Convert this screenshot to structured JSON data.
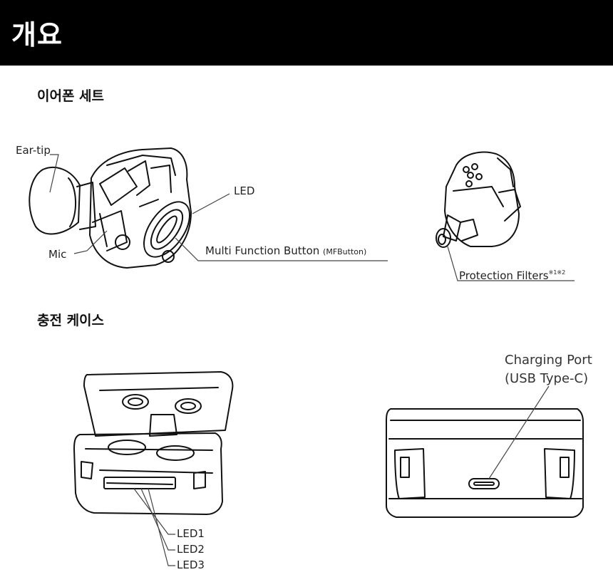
{
  "header": {
    "title": "개요"
  },
  "sections": {
    "earphone": {
      "title": "이어폰 세트"
    },
    "case": {
      "title": "충전 케이스"
    }
  },
  "earphone_labels": {
    "ear_tip": "Ear-tip",
    "led": "LED",
    "mic": "Mic",
    "mfb": "Multi Function Button",
    "mfb_abbr": "(MFButton)",
    "filters": "Protection Filters",
    "filters_note": "※1※2"
  },
  "case_labels": {
    "port_line1": "Charging Port",
    "port_line2": "(USB Type-C)",
    "led1": "LED1",
    "led2": "LED2",
    "led3": "LED3"
  }
}
